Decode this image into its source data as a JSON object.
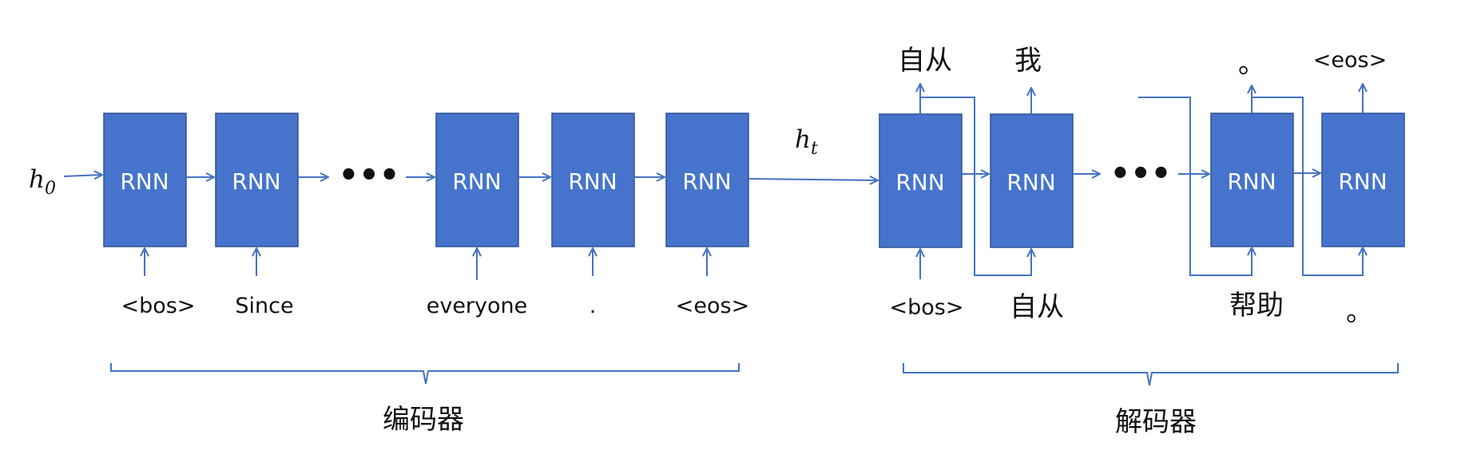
{
  "cell_label": "RNN",
  "colors": {
    "box": "#4674CC",
    "arrow": "#4472C4",
    "text": "#111111"
  },
  "h0": {
    "base": "h",
    "sub": "0"
  },
  "ht": {
    "base": "h",
    "sub": "t"
  },
  "ellipsis": "•••",
  "encoder": {
    "label": "编码器",
    "inputs": [
      "<bos>",
      "Since",
      "everyone",
      ".",
      "<eos>"
    ]
  },
  "decoder": {
    "label": "解码器",
    "inputs": [
      "<bos>",
      "自从",
      "帮助",
      "。"
    ],
    "outputs": [
      "自从",
      "我",
      "。",
      "<eos>"
    ]
  }
}
